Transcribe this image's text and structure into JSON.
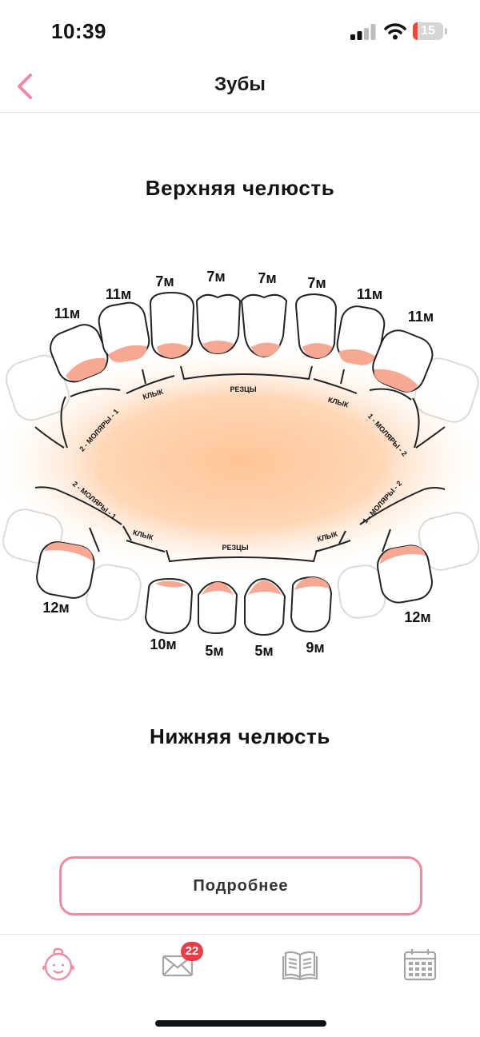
{
  "status_bar": {
    "time": "10:39",
    "battery": "15",
    "battery_level": 0.15
  },
  "nav": {
    "title": "Зубы"
  },
  "upper_jaw": {
    "title": "Верхняя челюсть",
    "ages": [
      "11м",
      "11м",
      "7м",
      "7м",
      "7м",
      "7м",
      "11м",
      "11м"
    ],
    "groups": {
      "molars_left": "2 - МОЛЯРЫ - 1",
      "canine_left": "КЛЫК",
      "incisors": "РЕЗЦЫ",
      "canine_right": "КЛЫК",
      "molars_right": "1 - МОЛЯРЫ - 2"
    }
  },
  "lower_jaw": {
    "title": "Нижняя челюсть",
    "ages": [
      "12м",
      "10м",
      "5м",
      "5м",
      "9м",
      "12м"
    ],
    "groups": {
      "molars_left": "2 - МОЛЯРЫ - 1",
      "canine_left": "КЛЫК",
      "incisors": "РЕЗЦЫ",
      "canine_right": "КЛЫК",
      "molars_right": "1 - МОЛЯРЫ - 2"
    }
  },
  "button": {
    "label": "Подробнее"
  },
  "tabs": {
    "items": [
      {
        "icon": "baby-face-icon",
        "active": true
      },
      {
        "icon": "mail-icon",
        "active": false
      },
      {
        "icon": "book-icon",
        "active": false
      },
      {
        "icon": "calendar-icon",
        "active": false
      }
    ],
    "mail_badge": "22"
  },
  "colors": {
    "accent": "#f08aa0",
    "gum": "#f7a893",
    "glow": "#ffc89a",
    "inactive_icon": "#a5a5a5",
    "badge": "#ea3b46"
  }
}
